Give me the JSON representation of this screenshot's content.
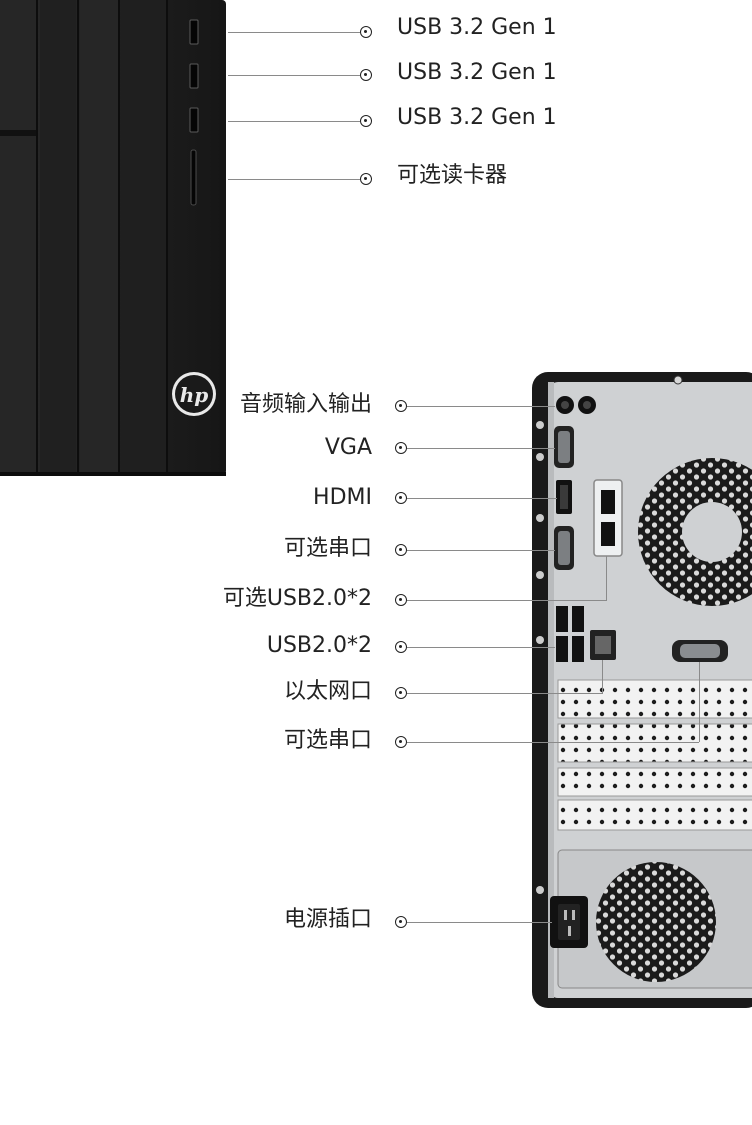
{
  "front_callouts": [
    {
      "label": "USB 3.2 Gen 1",
      "icon": "usb-a-port-icon"
    },
    {
      "label": "USB 3.2 Gen 1",
      "icon": "usb-a-port-icon"
    },
    {
      "label": "USB 3.2 Gen 1",
      "icon": "usb-a-port-icon"
    },
    {
      "label": "可选读卡器",
      "icon": "card-reader-slot-icon"
    }
  ],
  "rear_callouts": [
    {
      "label": "音频输入输出",
      "icon": "audio-jack-icon"
    },
    {
      "label": "VGA",
      "icon": "vga-port-icon"
    },
    {
      "label": "HDMI",
      "icon": "hdmi-port-icon"
    },
    {
      "label": "可选串口",
      "icon": "serial-port-icon"
    },
    {
      "label": "可选USB2.0*2",
      "icon": "usb-a-port-icon"
    },
    {
      "label": "USB2.0*2",
      "icon": "usb-a-port-icon"
    },
    {
      "label": "以太网口",
      "icon": "ethernet-port-icon"
    },
    {
      "label": "可选串口",
      "icon": "serial-port-icon"
    },
    {
      "label": "电源插口",
      "icon": "power-socket-icon"
    }
  ],
  "brand_logo": "hp",
  "colors": {
    "chassis": "#1e1e1e",
    "rear_panel": "#cfd1d3",
    "leader_line": "#8a8a8a",
    "text": "#222222"
  }
}
